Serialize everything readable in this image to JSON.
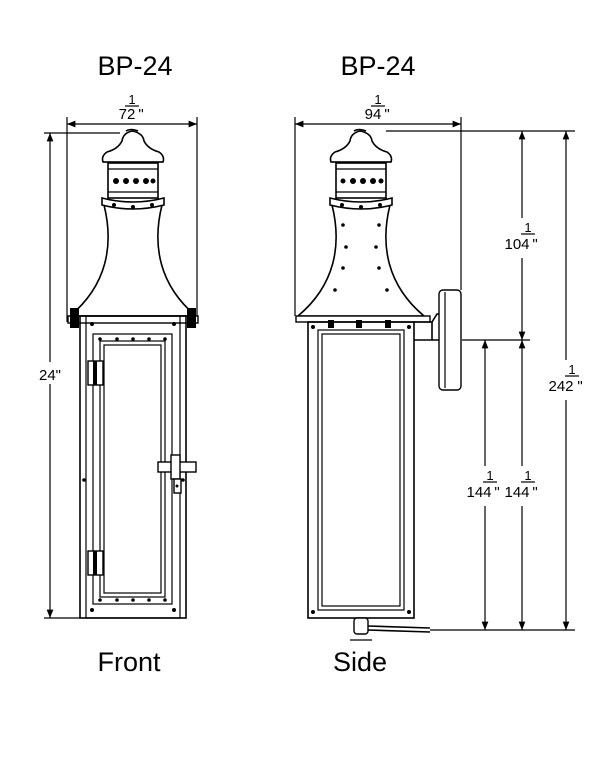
{
  "front": {
    "title": "BP-24",
    "view_label": "Front",
    "width_dim": {
      "whole": "72",
      "frac_top": "1",
      "unit": "\""
    },
    "height_dim": "24\""
  },
  "side": {
    "title": "BP-24",
    "view_label": "Side",
    "depth_dim": {
      "whole": "94",
      "frac_top": "1",
      "unit": "\""
    },
    "top_to_mount_dim": {
      "whole": "104",
      "frac_top": "1",
      "unit": "\""
    },
    "mount_to_bottom_dim_left": {
      "whole": "144",
      "frac_top": "1",
      "unit": "\""
    },
    "mount_to_bottom_dim_right": {
      "whole": "144",
      "frac_top": "1",
      "unit": "\""
    },
    "overall_height_dim": {
      "whole": "242",
      "frac_top": "1",
      "unit": "\""
    }
  }
}
